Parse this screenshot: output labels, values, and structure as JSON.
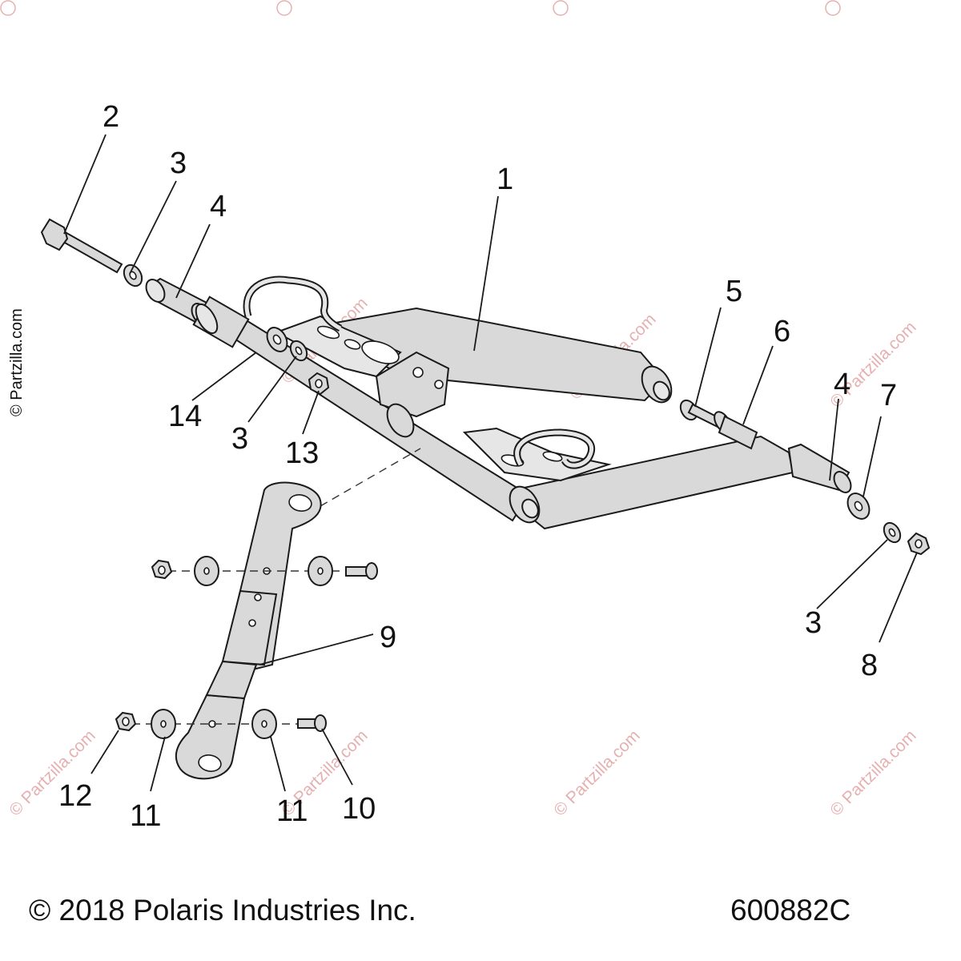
{
  "callouts": [
    "1",
    "2",
    "3",
    "4",
    "14",
    "3",
    "13",
    "5",
    "6",
    "4",
    "7",
    "3",
    "8",
    "9",
    "10",
    "11",
    "11",
    "12"
  ],
  "watermark_text": "© Partzilla.com",
  "side_credit": "© Partzilla.com",
  "footer": {
    "copyright": "© 2018 Polaris Industries Inc.",
    "drawing_number": "600882C"
  }
}
